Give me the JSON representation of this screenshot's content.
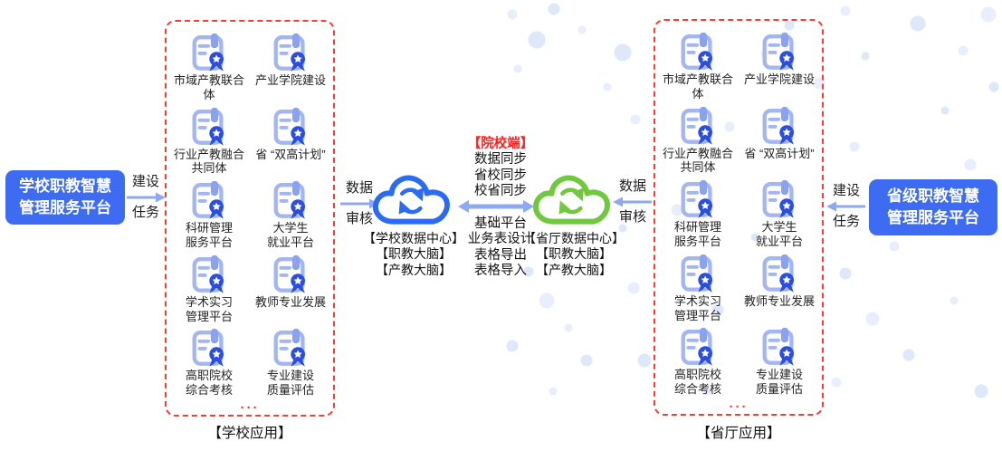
{
  "colors": {
    "platform_blue": "#3d6cf2",
    "cloud_blue": "#2b6bf2",
    "cloud_green": "#70c83f",
    "arrow_blue": "#8fa9f0",
    "dashed_red": "#fb3b33",
    "badge_blue": "#2b4edb",
    "icon_periwinkle": "#a3b6f2",
    "highlight_red": "#ff1f1f"
  },
  "icons": {
    "app_item": "clipboard-certificate-icon",
    "school_cloud": "cloud-sync-icon-blue",
    "province_cloud": "cloud-sync-icon-green"
  },
  "school_platform": {
    "label": "学校职教智慧\n管理服务平台"
  },
  "province_platform": {
    "label": "省级职教智慧\n管理服务平台"
  },
  "school_build_arrow": {
    "top": "建设",
    "bottom": "任务"
  },
  "province_build_arrow": {
    "top": "建设",
    "bottom": "任务"
  },
  "school_data_arrow": {
    "top": "数据",
    "bottom": "审核"
  },
  "province_data_arrow": {
    "top": "数据",
    "bottom": "审核"
  },
  "school_apps": {
    "caption": "【学校应用】",
    "ellipsis": "···",
    "items": [
      "市域产教联合体",
      "产业学院建设",
      "行业产教融合\n共同体",
      "省 “双高计划”",
      "科研管理\n服务平台",
      "大学生\n就业平台",
      "学术实习\n管理平台",
      "教师专业发展",
      "高职院校\n综合考核",
      "专业建设\n质量评估"
    ]
  },
  "province_apps": {
    "caption": "【省厅应用】",
    "ellipsis": "···",
    "items": [
      "市域产教联合体",
      "产业学院建设",
      "行业产教融合\n共同体",
      "省 “双高计划”",
      "科研管理\n服务平台",
      "大学生\n就业平台",
      "学术实习\n管理平台",
      "教师专业发展",
      "高职院校\n综合考核",
      "专业建设\n质量评估"
    ]
  },
  "school_cloud": {
    "lines": [
      "【学校数据中心】",
      "【职教大脑】",
      "【产教大脑】"
    ]
  },
  "province_cloud": {
    "lines": [
      "【省厅数据中心】",
      "【职教大脑】",
      "【产教大脑】"
    ]
  },
  "sync_block": {
    "header": "【院校端】",
    "top_lines": [
      "数据同步",
      "省校同步",
      "校省同步"
    ],
    "bottom_lines": [
      "基础平台",
      "业务表设计",
      "表格导出",
      "表格导入"
    ]
  }
}
